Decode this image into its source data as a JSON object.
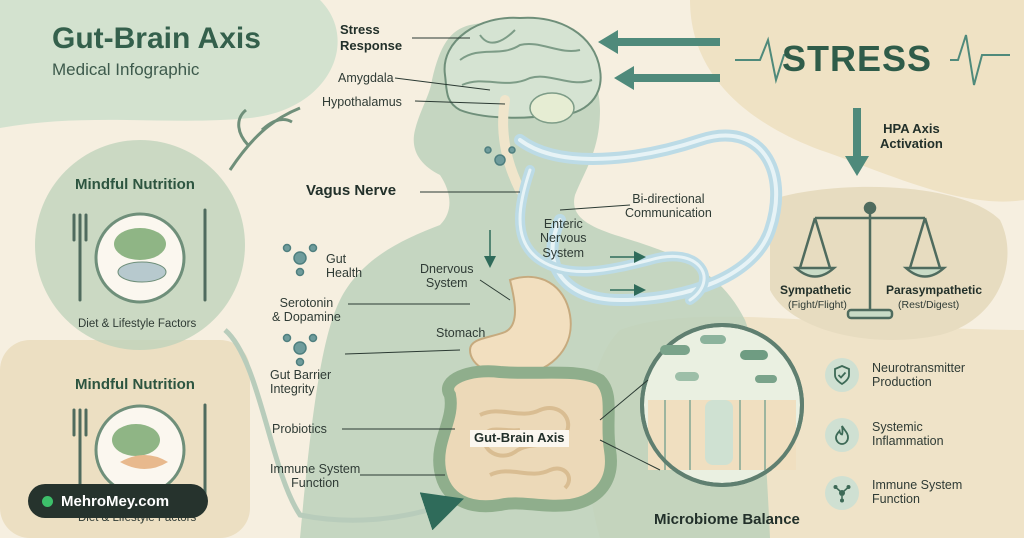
{
  "header": {
    "title": "Gut-Brain Axis",
    "subtitle": "Medical Infographic"
  },
  "stress": {
    "label": "STRESS",
    "hpa": "HPA Axis\nActivation"
  },
  "brain": {
    "stress_response": "Stress\nResponse",
    "amygdala": "Amygdala",
    "hypothalamus": "Hypothalamus"
  },
  "nerves": {
    "vagus": "Vagus Nerve",
    "bidirectional": "Bi-directional\nCommunication",
    "enteric": "Enteric\nNervous\nSystem",
    "dnervous": "Dnervous\nSystem",
    "stomach": "Stomach",
    "center": "Gut-Brain Axis"
  },
  "left_labels": {
    "gut_health": "Gut\nHealth",
    "serotonin": "Serotonin\n& Dopamine",
    "barrier": "Gut Barrier\nIntegrity",
    "probiotics": "Probiotics",
    "immune": "Immune System\nFunction"
  },
  "cards": [
    {
      "title": "Mindful Nutrition",
      "caption": "Diet & Lifestyle Factors"
    },
    {
      "title": "Mindful Nutrition",
      "caption": "Diet & Lifestyle Factors"
    }
  ],
  "balance": {
    "left": "Sympathetic",
    "left_sub": "(Fight/Flight)",
    "right": "Parasympathetic",
    "right_sub": "(Rest/Digest)"
  },
  "microbiome": {
    "title": "Microbiome Balance"
  },
  "effects": [
    {
      "label": "Neurotransmitter\nProduction",
      "icon": "shield-check-icon"
    },
    {
      "label": "Systemic\nInflammation",
      "icon": "flame-icon"
    },
    {
      "label": "Immune System\nFunction",
      "icon": "molecule-icon"
    }
  ],
  "brand": {
    "label": "MehroMey.com"
  },
  "colors": {
    "sage": "#c9dbc6",
    "sage_dark": "#34604c",
    "cream": "#f6efe0",
    "nerve_blue": "#bcdbe6",
    "stomach": "#f2dfbf",
    "intestine": "#8fae8c"
  }
}
